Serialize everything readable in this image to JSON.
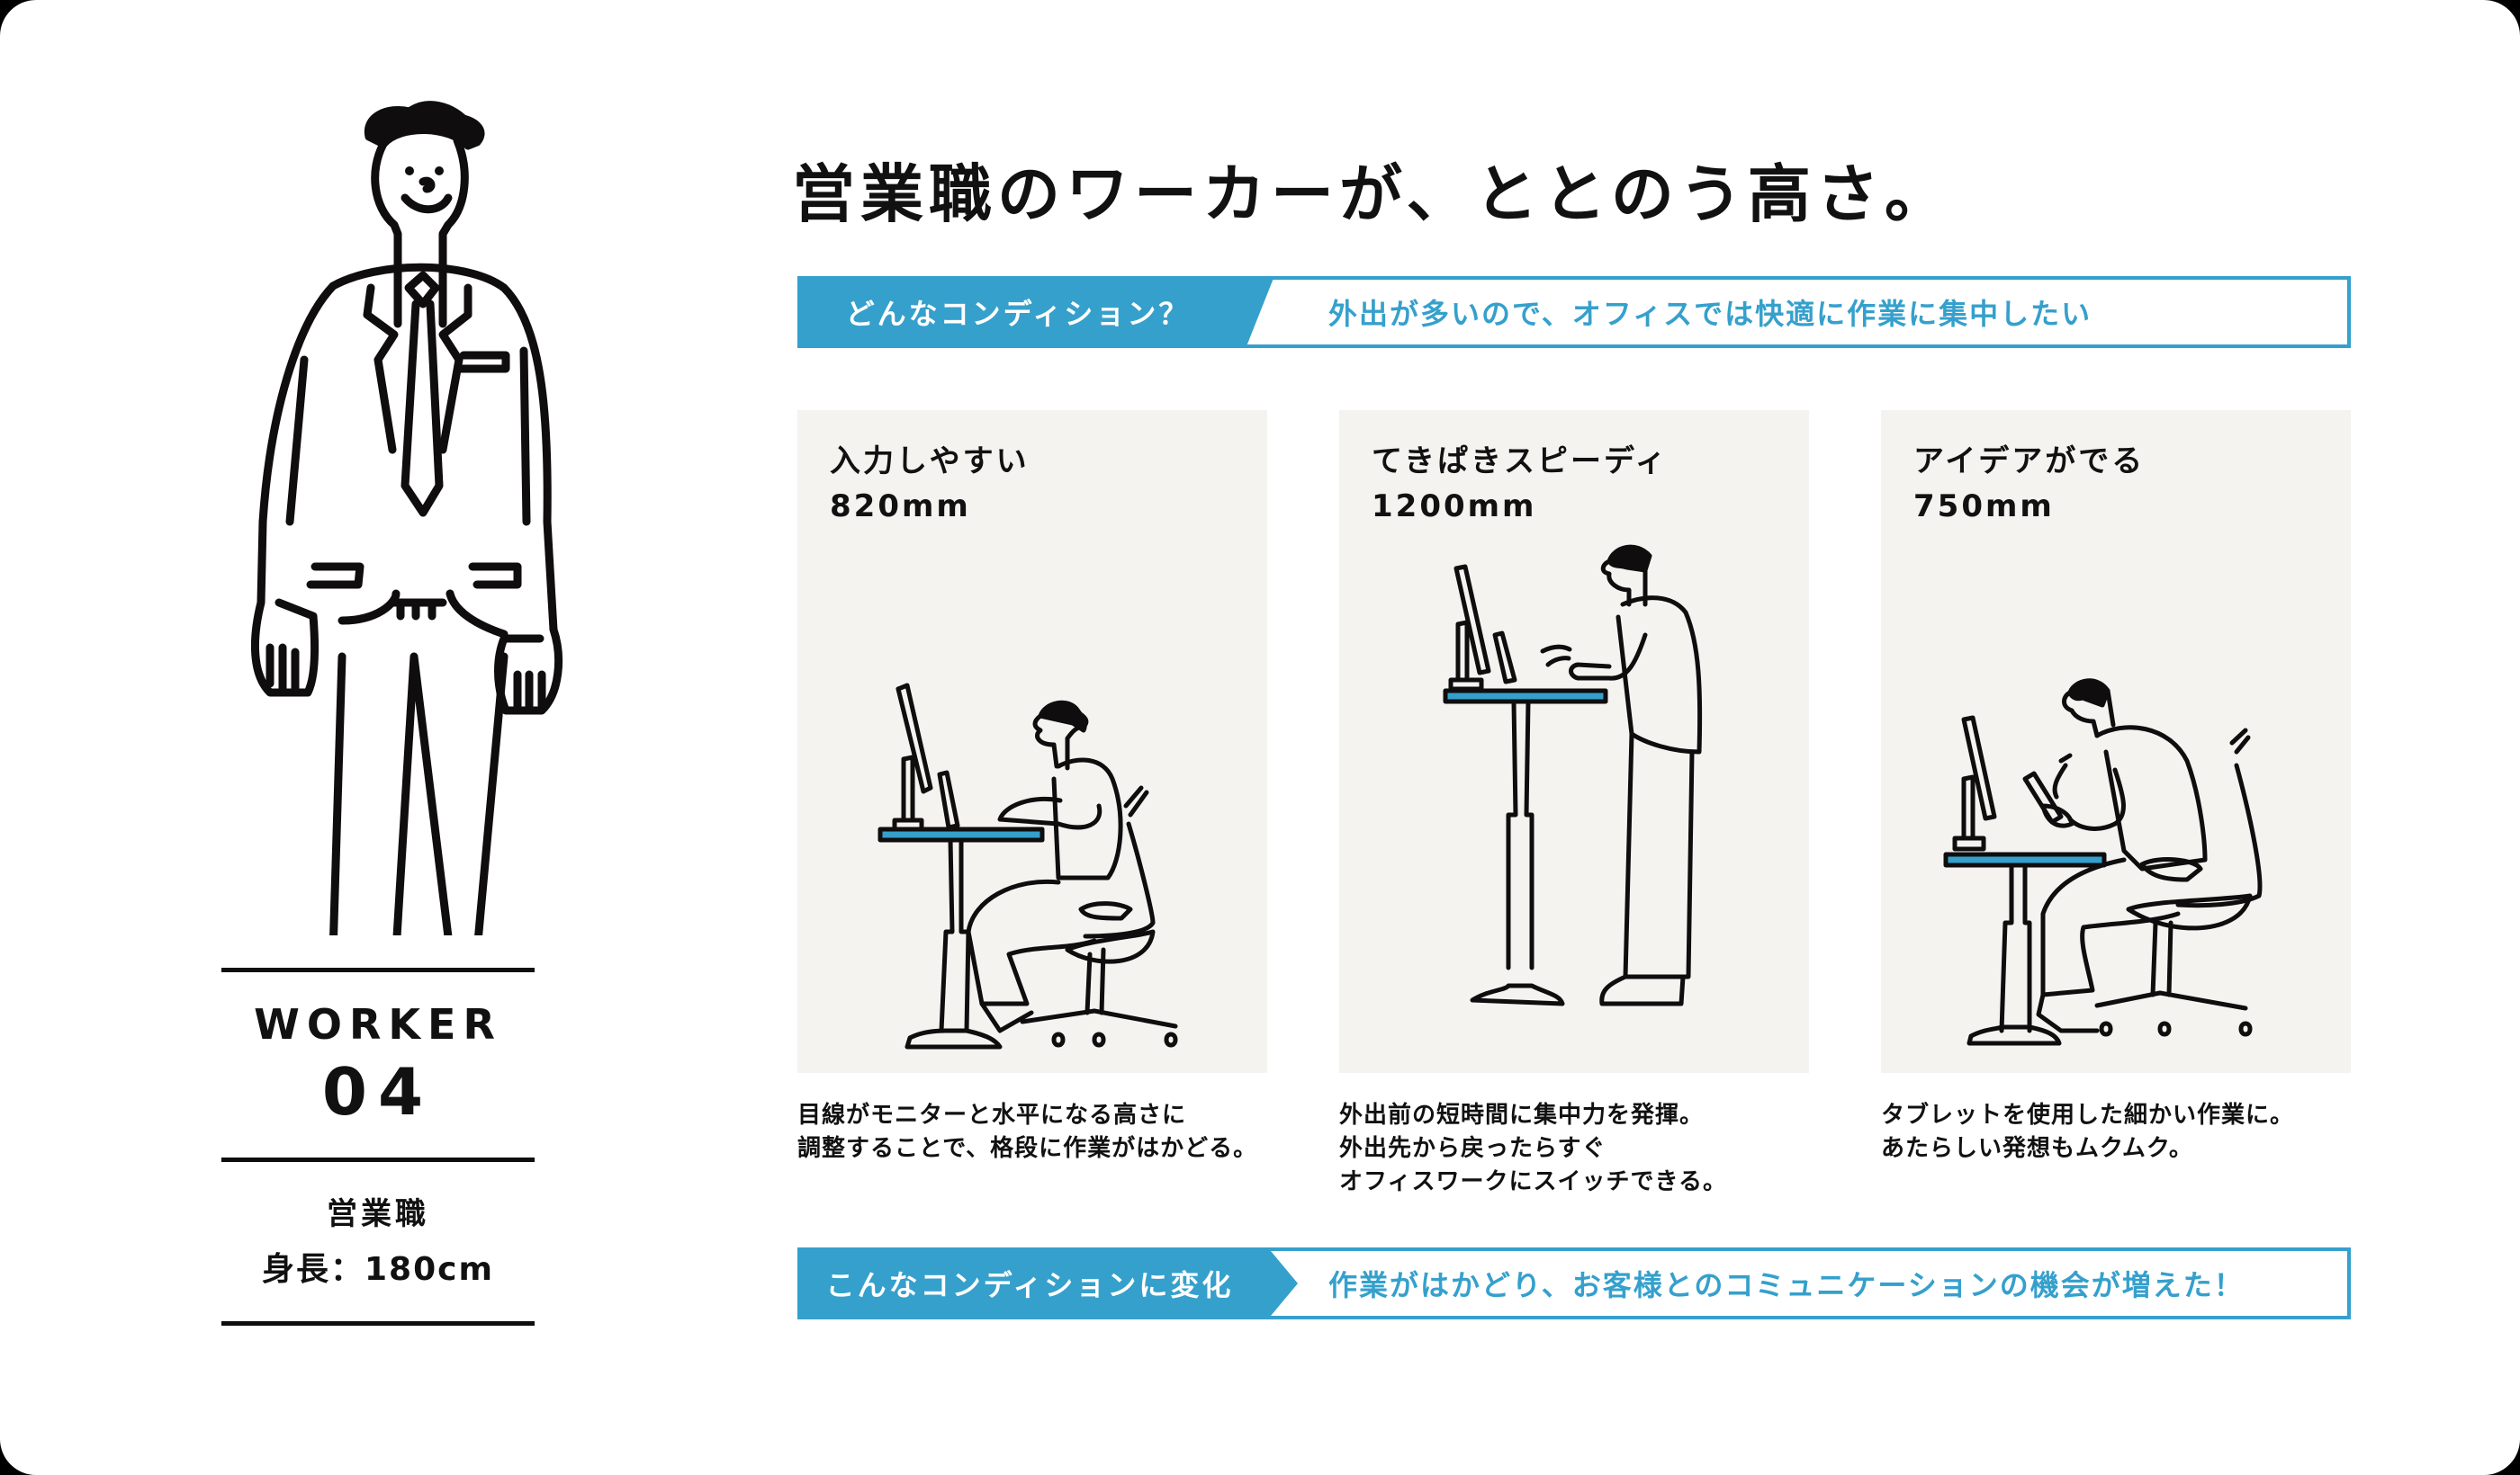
{
  "profile": {
    "worker_label": "WORKER",
    "worker_number": "04",
    "job": "営業職",
    "height": "身長：180cm"
  },
  "header": {
    "title": "営業職のワーカーが、ととのう高さ。"
  },
  "condition_before": {
    "tag": "どんなコンディション？",
    "message": "外出が多いので、オフィスでは快適に作業に集中したい"
  },
  "cards": [
    {
      "label": "入力しやすい",
      "height": "820mm",
      "illustration": "seated-typing-at-desk",
      "description": "目線がモニターと水平になる高さに\n調整することで、格段に作業がはかどる。"
    },
    {
      "label": "てきぱきスピーディ",
      "height": "1200mm",
      "illustration": "standing-typing-at-desk",
      "description": "外出前の短時間に集中力を発揮。\n外出先から戻ったらすぐ\nオフィスワークにスイッチできる。"
    },
    {
      "label": "アイデアがでる",
      "height": "750mm",
      "illustration": "seated-drawing-on-tablet",
      "description": "タブレットを使用した細かい作業に。\nあたらしい発想もムクムク。"
    }
  ],
  "condition_after": {
    "tag": "こんなコンディションに変化",
    "message": "作業がはかどり、お客様とのコミュニケーションの機会が増えた！"
  },
  "colors": {
    "accent": "#35a0cc",
    "card_bg": "#f4f3f0",
    "ink": "#111111"
  }
}
